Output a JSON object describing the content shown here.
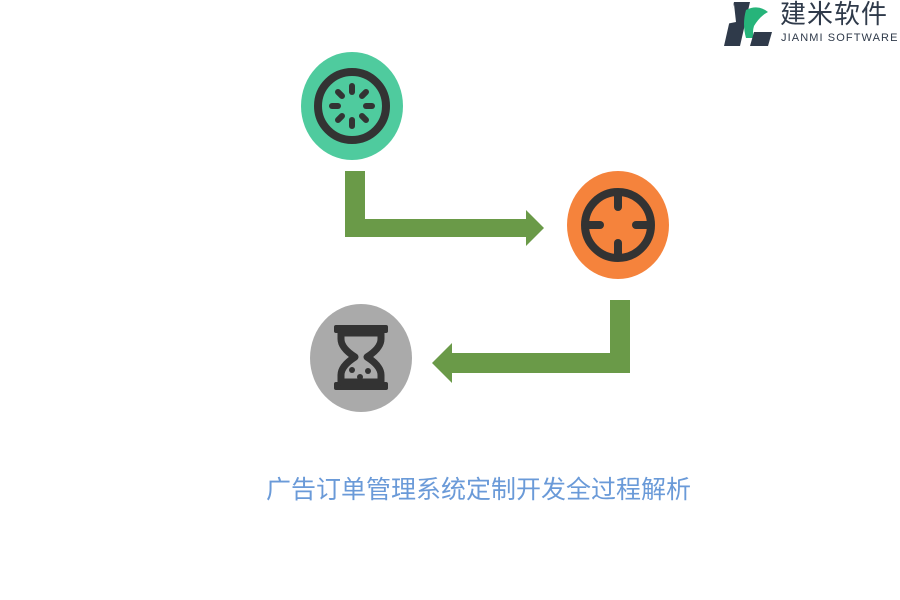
{
  "logo": {
    "name_cn": "建米软件",
    "name_en": "JIANMI SOFTWARE"
  },
  "colors": {
    "green_circle": "#4fcb9e",
    "orange_circle": "#f5833c",
    "gray_circle": "#aaaaaa",
    "arrow": "#6a9a48",
    "icon_stroke": "#333333",
    "title_text": "#6a9ad8",
    "logo_dark": "#2f3a4a",
    "logo_green": "#26b47a"
  },
  "steps": [
    {
      "icon": "loading-spinner-icon",
      "color": "green"
    },
    {
      "icon": "crosshair-target-icon",
      "color": "orange"
    },
    {
      "icon": "hourglass-icon",
      "color": "gray"
    }
  ],
  "title": "广告订单管理系统定制开发全过程解析"
}
